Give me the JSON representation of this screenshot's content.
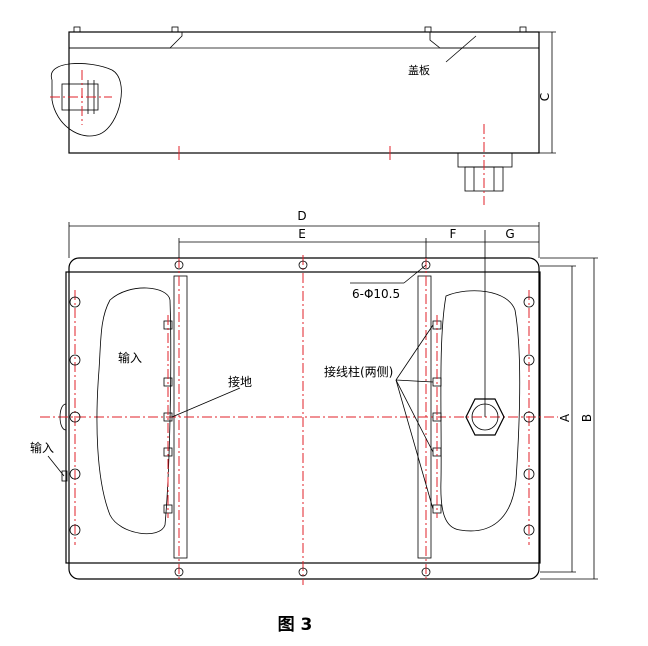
{
  "figure": {
    "caption": "图 3"
  },
  "side_view": {
    "cover_label": "盖板",
    "dim_c": "C"
  },
  "plan_view": {
    "dim_d": "D",
    "dim_e": "E",
    "dim_f": "F",
    "dim_g": "G",
    "dim_a": "A",
    "dim_b": "B",
    "holes_label": "6-Φ10.5",
    "ground_label": "接地",
    "terminals_label": "接线柱(两侧)",
    "input_label_inner": "输入",
    "input_label_outer": "输入"
  }
}
